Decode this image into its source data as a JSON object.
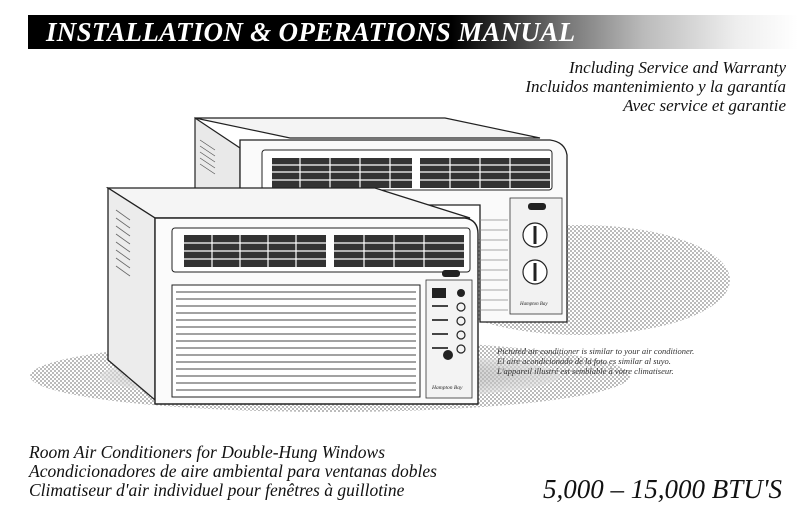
{
  "banner": {
    "title": "INSTALLATION & OPERATIONS MANUAL"
  },
  "subtitles": {
    "en": "Including Service and Warranty",
    "es": "Incluidos mantenimiento y la garantía",
    "fr": "Avec service et garantie"
  },
  "illustration": {
    "brand_back": "Hampton Bay",
    "brand_front": "Hampton Bay",
    "icon": "window-air-conditioner-icon"
  },
  "caption": {
    "en": "Pictured air conditioner is similar to your air conditioner.",
    "es": "El aire acondicionado de la foto es similar al suyo.",
    "fr": "L'appareil illustré est semblable à votre climatiseur."
  },
  "product": {
    "en": "Room Air Conditioners for Double-Hung Windows",
    "es": "Acondicionadores de aire ambiental para ventanas dobles",
    "fr": "Climatiseur d'air individuel pour fenêtres à guillotine"
  },
  "capacity": "5,000 – 15,000 BTU'S"
}
